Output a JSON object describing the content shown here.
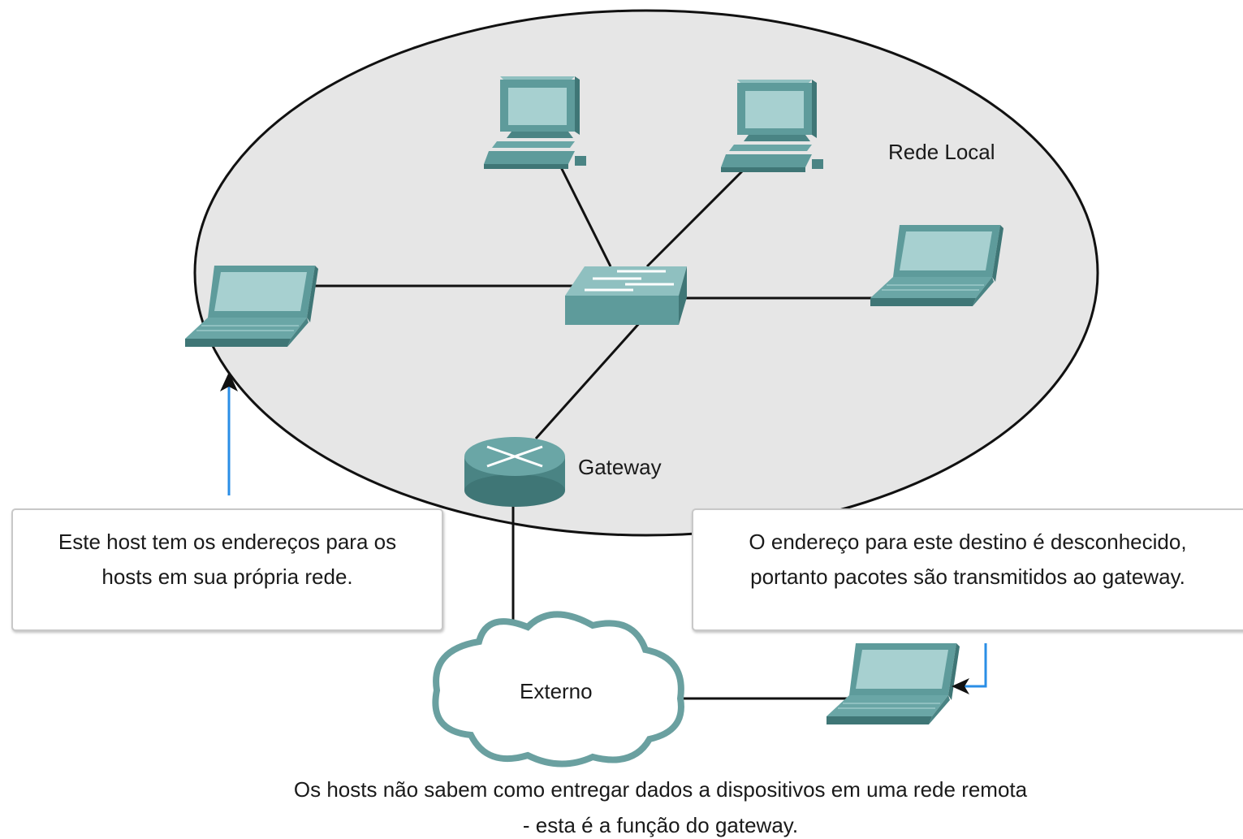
{
  "labels": {
    "local_network": "Rede Local",
    "gateway": "Gateway",
    "external": "Externo"
  },
  "callouts": {
    "left": {
      "line1": "Este host tem os endereços para os",
      "line2": "hosts em sua própria rede."
    },
    "right": {
      "line1": "O endereço para este destino é desconhecido,",
      "line2": "portanto pacotes são transmitidos ao gateway."
    }
  },
  "caption": {
    "line1": "Os hosts não sabem como entregar dados a dispositivos em uma rede remota",
    "line2": "- esta é a função do gateway."
  },
  "colors": {
    "network_fill": "#e6e6e6",
    "device": "#5e9b9b",
    "cloud_outline": "#6aa0a0",
    "arrow": "#2a8ee6"
  },
  "icons": [
    "desktop-pc-icon",
    "laptop-icon",
    "switch-icon",
    "router-icon",
    "cloud-icon"
  ]
}
